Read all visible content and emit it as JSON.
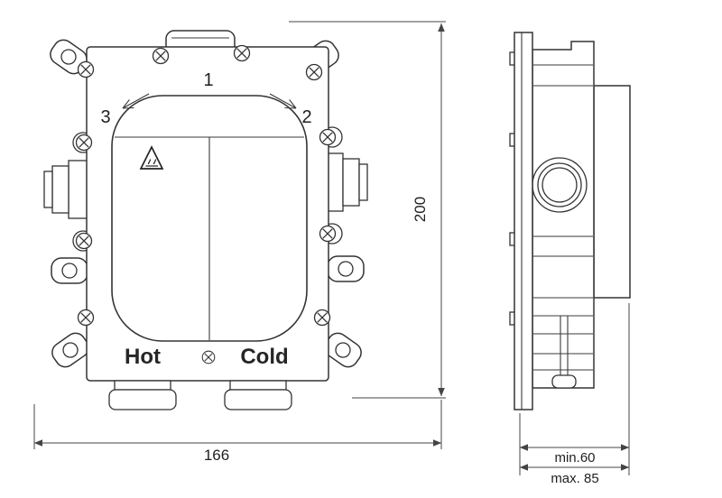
{
  "drawing": {
    "labels": {
      "step1": "1",
      "step2": "2",
      "step3": "3",
      "hot": "Hot",
      "cold": "Cold"
    },
    "dims": {
      "width": "166",
      "height": "200",
      "depth_min": "min.60",
      "depth_max": "max. 85"
    },
    "icons": {
      "warning": "hot-surface-warning-icon"
    },
    "colors": {
      "line": "#333333",
      "text": "#1f1f1f",
      "background": "#ffffff"
    }
  }
}
